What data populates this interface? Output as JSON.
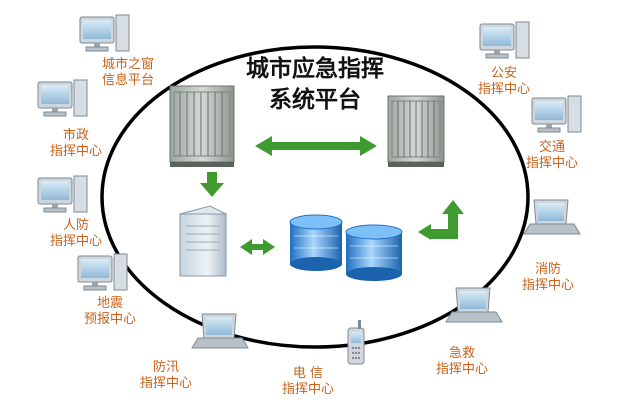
{
  "center": {
    "title_line1": "城市应急指挥",
    "title_line2": "系统平台"
  },
  "nodes": [
    {
      "id": "city-window",
      "line1": "城市之窗",
      "line2": "信息平台",
      "device": "desktop"
    },
    {
      "id": "municipal",
      "line1": "市政",
      "line2": "指挥中心",
      "device": "desktop"
    },
    {
      "id": "civil-defense",
      "line1": "人防",
      "line2": "指挥中心",
      "device": "desktop"
    },
    {
      "id": "earthquake",
      "line1": "地震",
      "line2": "预报中心",
      "device": "desktop"
    },
    {
      "id": "flood-control",
      "line1": "防汛",
      "line2": "指挥中心",
      "device": "laptop"
    },
    {
      "id": "telecom",
      "line1": "电 信",
      "line2": "指挥中心",
      "device": "phone"
    },
    {
      "id": "emergency-rescue",
      "line1": "急救",
      "line2": "指挥中心",
      "device": "laptop"
    },
    {
      "id": "fire",
      "line1": "消防",
      "line2": "指挥中心",
      "device": "laptop"
    },
    {
      "id": "traffic",
      "line1": "交通",
      "line2": "指挥中心",
      "device": "desktop"
    },
    {
      "id": "police",
      "line1": "公安",
      "line2": "指挥中心",
      "device": "desktop"
    }
  ],
  "colors": {
    "label": "#c8621a",
    "arrow": "#3f9b2f",
    "ellipse": "#000000",
    "storage": "#3f8fd6"
  }
}
